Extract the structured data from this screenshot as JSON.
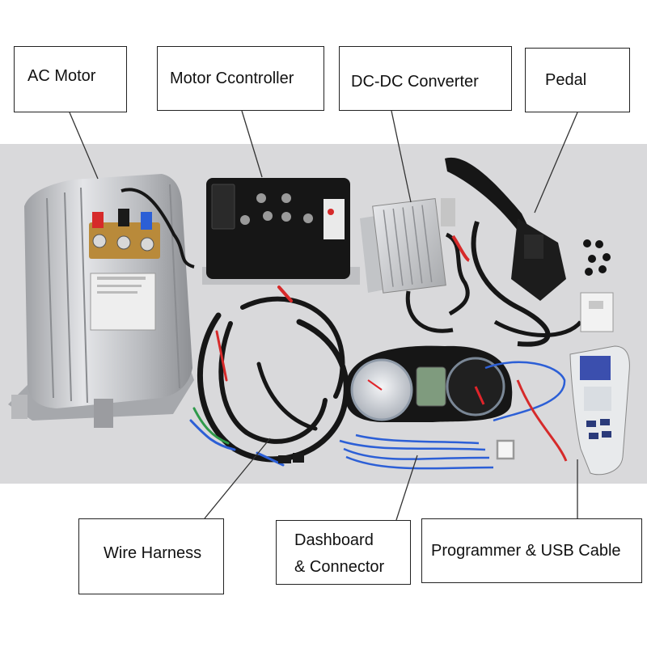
{
  "labels": {
    "ac_motor": "AC Motor",
    "motor_controller": "Motor Ccontroller",
    "dcdc_converter": "DC-DC Converter",
    "pedal": "Pedal",
    "wire_harness": "Wire Harness",
    "dashboard_line1": "Dashboard",
    "dashboard_line2": "& Connector",
    "programmer": "Programmer & USB Cable"
  },
  "colors": {
    "photo_background": "#d9d9db",
    "component_black": "#161616",
    "aluminum": "#c9cacd",
    "wire_blue": "#2c5fd6",
    "wire_red": "#d62a2a",
    "wire_green": "#2e9a4a",
    "leader_line": "#333333"
  }
}
